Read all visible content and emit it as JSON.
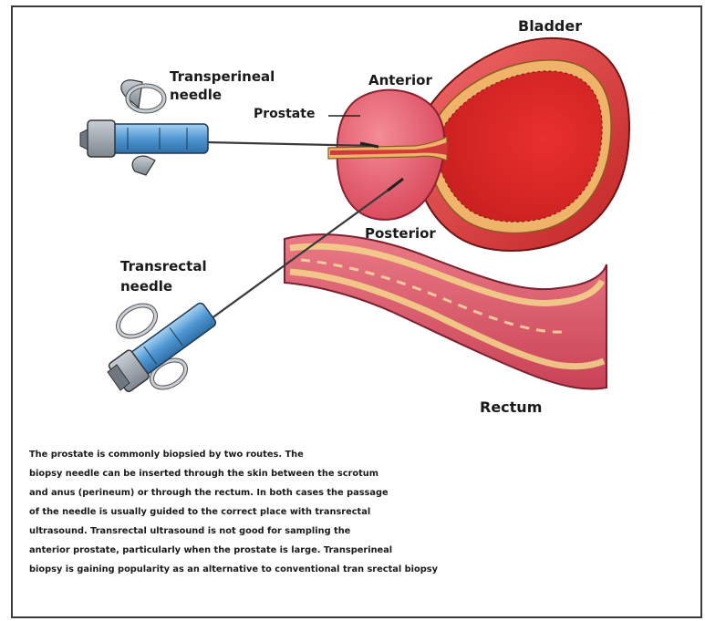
{
  "labels": {
    "bladder": "Bladder",
    "anterior": "Anterior",
    "transperineal_needle_1": "Transperineal",
    "transperineal_needle_2": "needle",
    "prostate": "Prostate",
    "posterior": "Posterior",
    "transrectal_needle_1": "Transrectal",
    "transrectal_needle_2": "needle",
    "rectum": "Rectum"
  },
  "caption": {
    "lines": [
      "The prostate is commonly biopsied by two routes. The",
      "biopsy needle can be inserted through the skin between the scrotum",
      "and anus (perineum) or through the rectum. In both cases the passage",
      "of the needle is usually guided to the correct place with transrectal",
      "ultrasound. Transrectal ultrasound is not good for sampling the",
      "anterior prostate, particularly when the prostate is large. Transperineal",
      "biopsy is gaining popularity as an alternative to conventional tran srectal biopsy"
    ]
  },
  "colors": {
    "bladder_fill": "#e43a3a",
    "bladder_wall": "#f0b36a",
    "prostate_fill": "#e85a6a",
    "rectum_fill": "#d9566a",
    "rectum_lining": "#f3d08a",
    "needle_body": "#5aa0d8",
    "handle": "#9aa3ac"
  }
}
